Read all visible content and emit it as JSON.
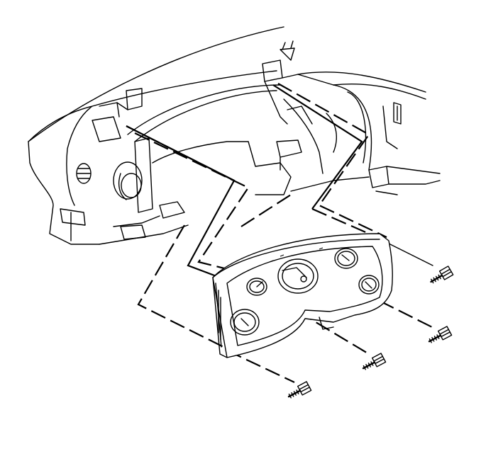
{
  "diagram": {
    "subject": "instrument-panel-cluster-installation",
    "parts": [
      {
        "name": "instrument-panel-carrier"
      },
      {
        "name": "instrument-cluster"
      },
      {
        "name": "cluster-fastener",
        "count": 4
      }
    ]
  }
}
